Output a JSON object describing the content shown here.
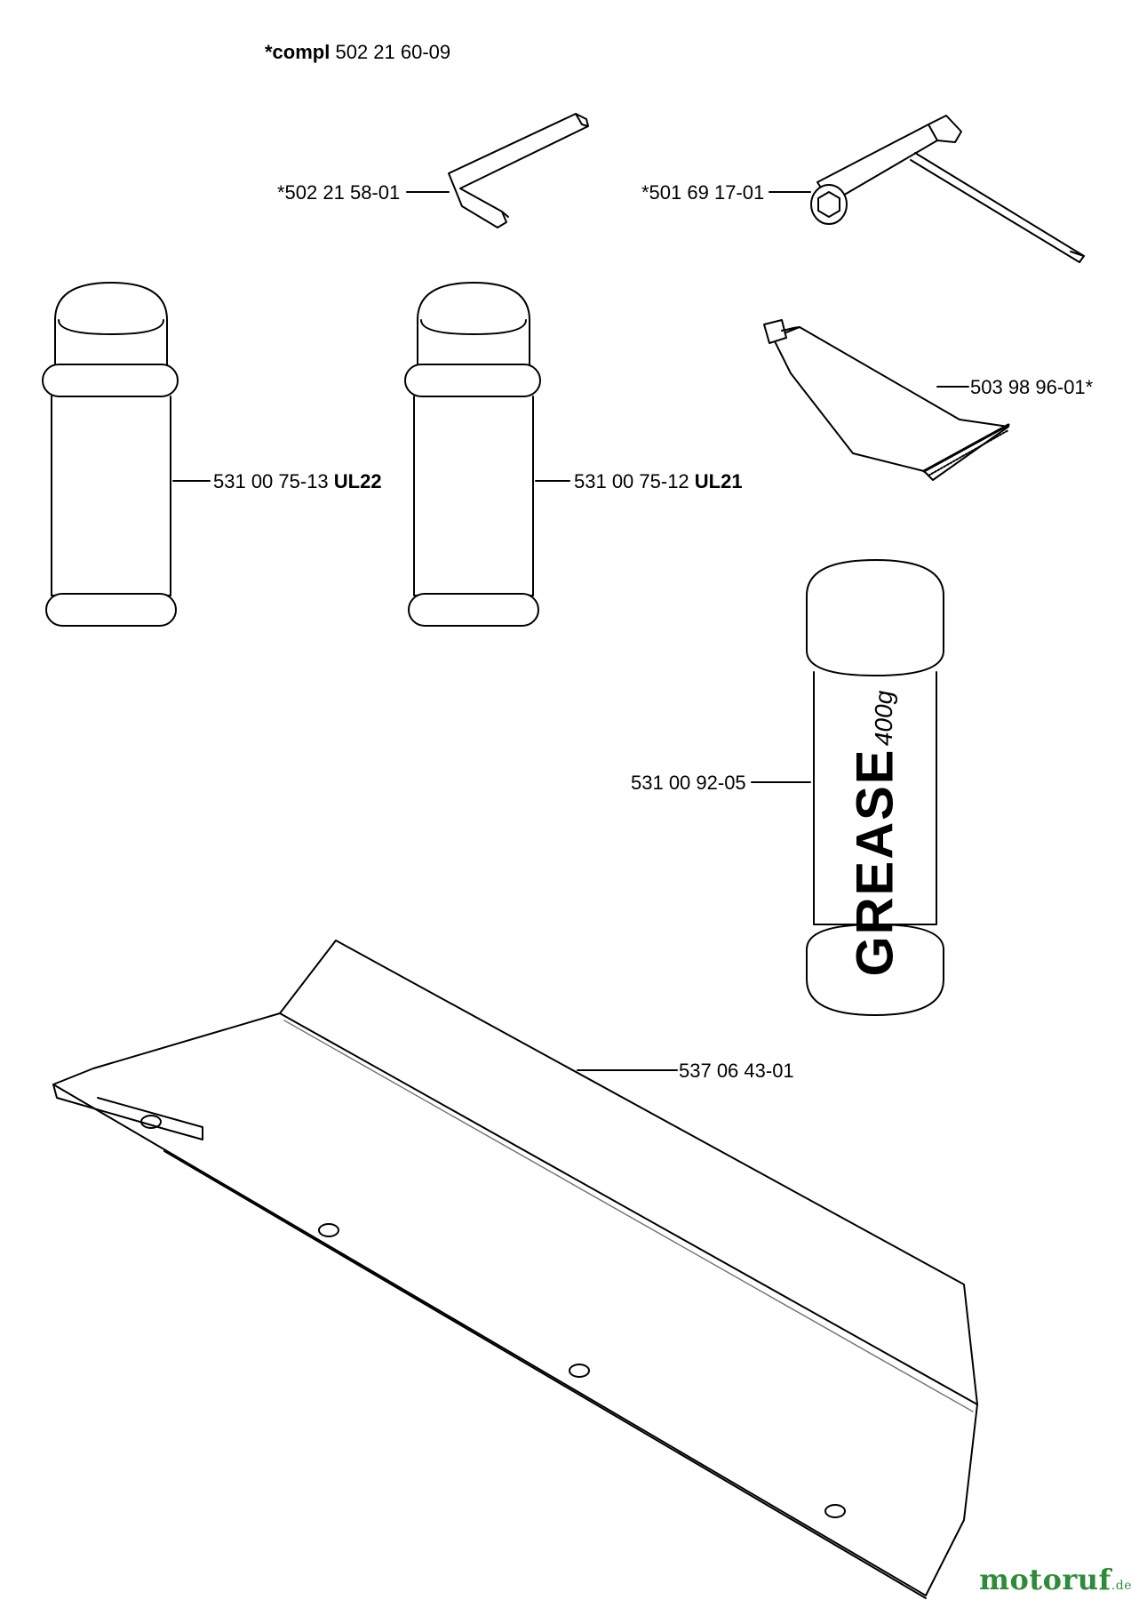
{
  "header": {
    "compl_prefix": "*compl",
    "compl_number": "502 21 60-09"
  },
  "parts": {
    "allen_key": "*502 21 58-01",
    "combi_spanner": "*501 69 17-01",
    "grease_tube": "503 98 96-01*",
    "spray_left": {
      "number": "531 00 75-13",
      "code": "UL22"
    },
    "spray_right": {
      "number": "531 00 75-12",
      "code": "UL21"
    },
    "grease_cartridge": "531 00 92-05",
    "guard_plate": "537 06 43-01"
  },
  "cartridge_text": {
    "main": "GREASE",
    "weight": "400g"
  },
  "brand": {
    "name": "motoruf",
    "tld": ".de",
    "color": "#2e8b3a"
  }
}
